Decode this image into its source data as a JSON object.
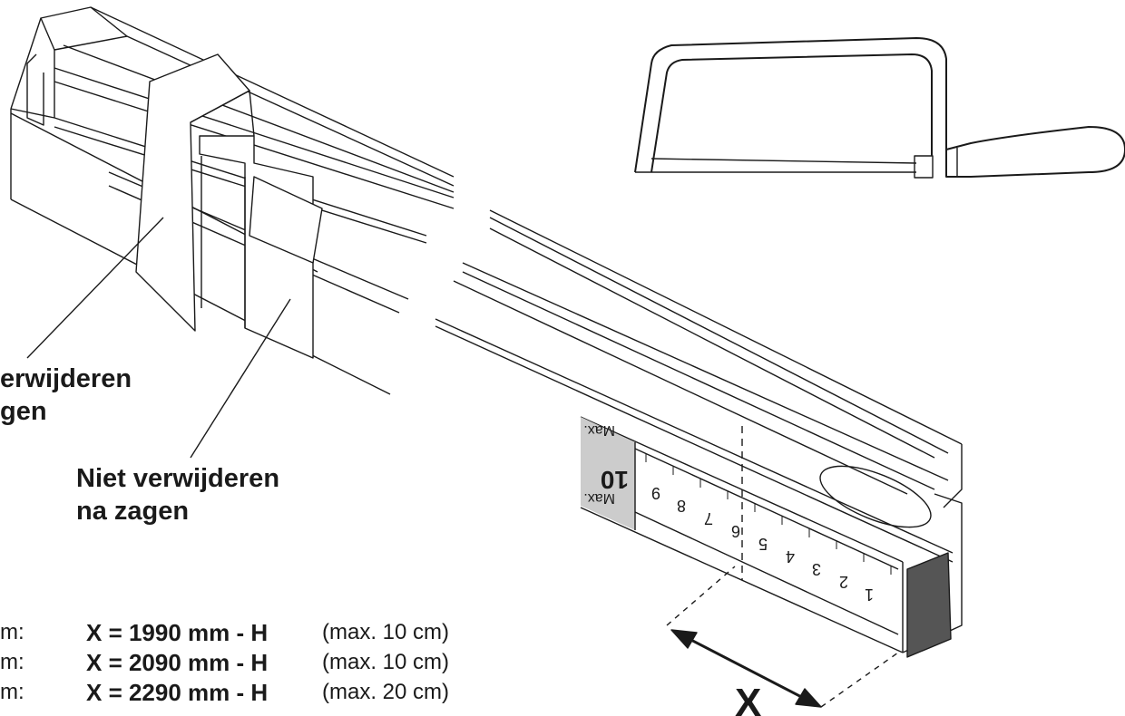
{
  "labels": {
    "left_callout": [
      "erwijderen",
      "gen"
    ],
    "right_callout": [
      "Niet verwijderen",
      "na zagen"
    ]
  },
  "formulas": [
    {
      "prefix": "m:",
      "expression": "X = 1990 mm - H",
      "limit": "(max. 10 cm)"
    },
    {
      "prefix": "m:",
      "expression": "X = 2090 mm - H",
      "limit": "(max. 10 cm)"
    },
    {
      "prefix": "m:",
      "expression": "X = 2290 mm - H",
      "limit": "(max. 20 cm)"
    }
  ],
  "ruler": {
    "max_label": "Max.",
    "numbers": [
      "10",
      "9",
      "8",
      "7",
      "6",
      "5",
      "4",
      "3",
      "2",
      "1"
    ]
  },
  "dimension_label": "X"
}
